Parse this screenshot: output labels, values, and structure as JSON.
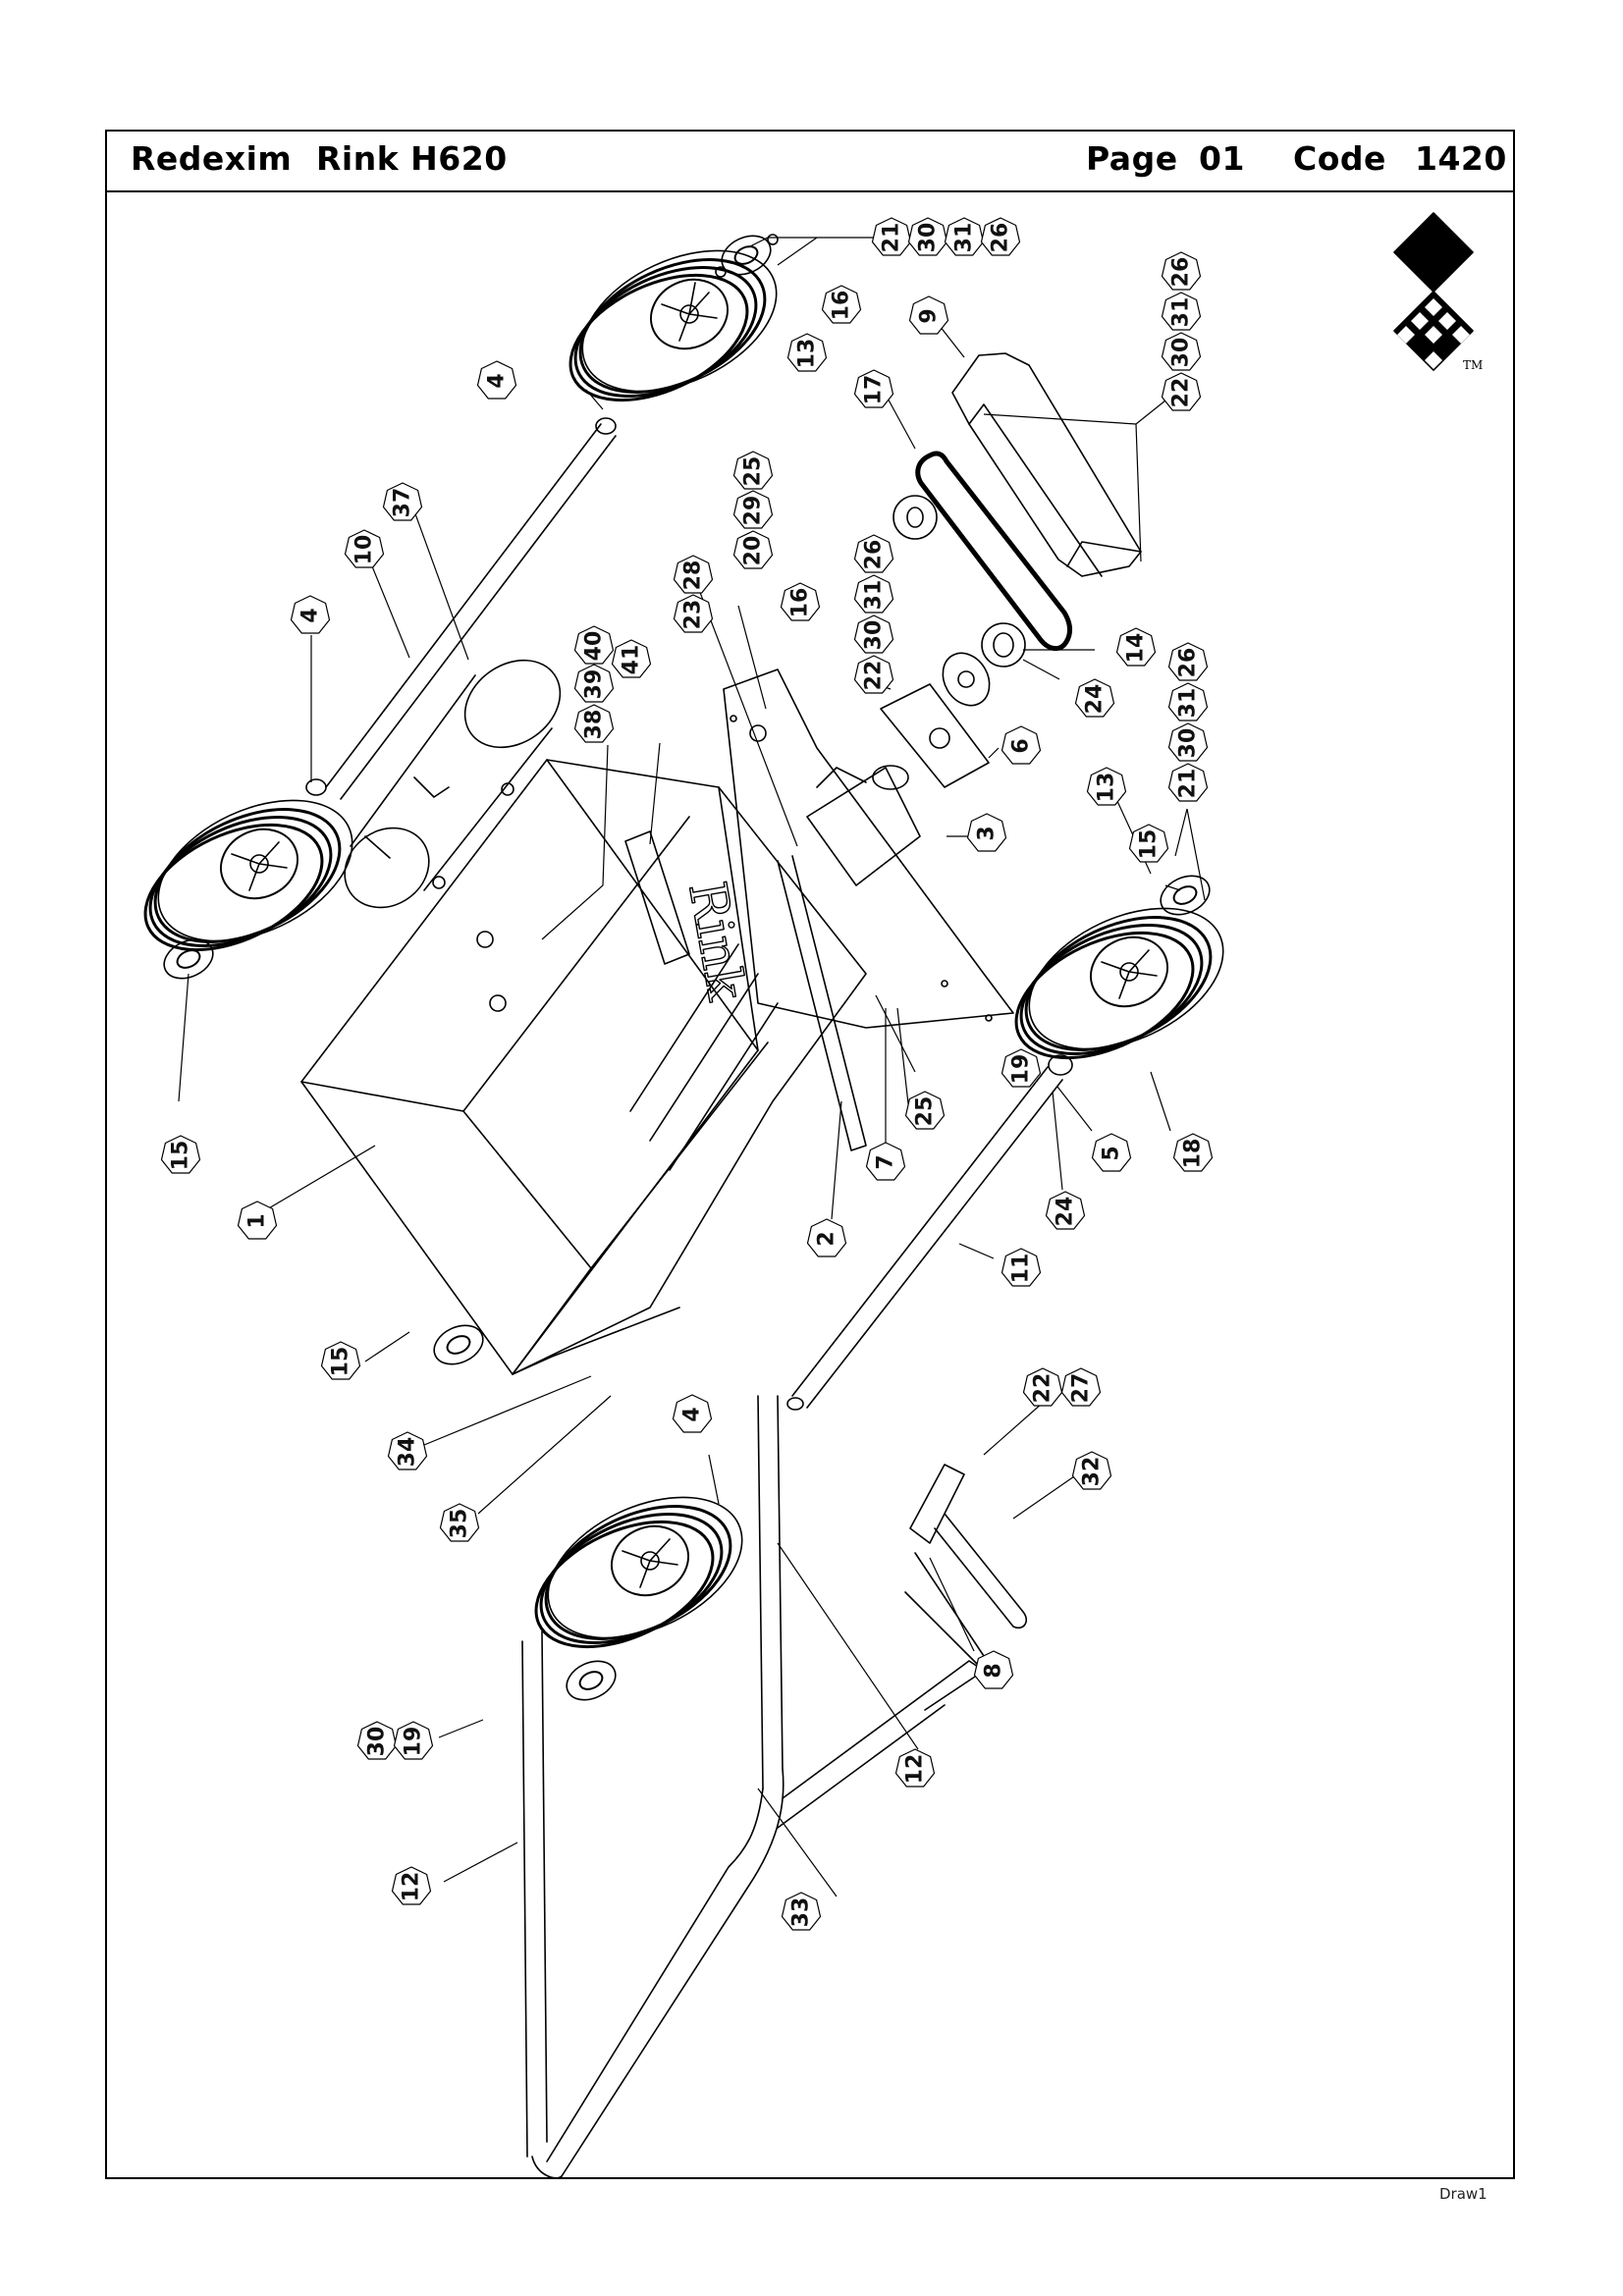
{
  "header": {
    "brand": "Redexim",
    "model": "Rink H620",
    "page_label": "Page",
    "page_number": "01",
    "code_label": "Code",
    "code_number": "1420"
  },
  "logo": {
    "icon": "redexim-diamond-logo-icon",
    "trademark": "TM"
  },
  "footer": {
    "drawing_name": "Draw1"
  },
  "colors": {
    "line": "#000000",
    "background": "#ffffff"
  },
  "drawing": {
    "subject": "Exploded parts view",
    "balloons": [
      {
        "label": "21"
      },
      {
        "label": "30"
      },
      {
        "label": "31"
      },
      {
        "label": "26"
      },
      {
        "label": "16"
      },
      {
        "label": "13"
      },
      {
        "label": "26"
      },
      {
        "label": "31"
      },
      {
        "label": "30"
      },
      {
        "label": "22"
      },
      {
        "label": "9"
      },
      {
        "label": "17"
      },
      {
        "label": "4"
      },
      {
        "label": "37"
      },
      {
        "label": "10"
      },
      {
        "label": "4"
      },
      {
        "label": "25"
      },
      {
        "label": "29"
      },
      {
        "label": "20"
      },
      {
        "label": "28"
      },
      {
        "label": "23"
      },
      {
        "label": "26"
      },
      {
        "label": "31"
      },
      {
        "label": "30"
      },
      {
        "label": "22"
      },
      {
        "label": "16"
      },
      {
        "label": "14"
      },
      {
        "label": "24"
      },
      {
        "label": "6"
      },
      {
        "label": "40"
      },
      {
        "label": "39"
      },
      {
        "label": "38"
      },
      {
        "label": "41"
      },
      {
        "label": "26"
      },
      {
        "label": "31"
      },
      {
        "label": "30"
      },
      {
        "label": "21"
      },
      {
        "label": "13"
      },
      {
        "label": "15"
      },
      {
        "label": "3"
      },
      {
        "label": "15"
      },
      {
        "label": "1"
      },
      {
        "label": "19"
      },
      {
        "label": "25"
      },
      {
        "label": "7"
      },
      {
        "label": "2"
      },
      {
        "label": "5"
      },
      {
        "label": "18"
      },
      {
        "label": "24"
      },
      {
        "label": "11"
      },
      {
        "label": "15"
      },
      {
        "label": "34"
      },
      {
        "label": "35"
      },
      {
        "label": "4"
      },
      {
        "label": "22"
      },
      {
        "label": "27"
      },
      {
        "label": "32"
      },
      {
        "label": "8"
      },
      {
        "label": "12"
      },
      {
        "label": "30"
      },
      {
        "label": "19"
      },
      {
        "label": "12"
      },
      {
        "label": "33"
      }
    ]
  }
}
